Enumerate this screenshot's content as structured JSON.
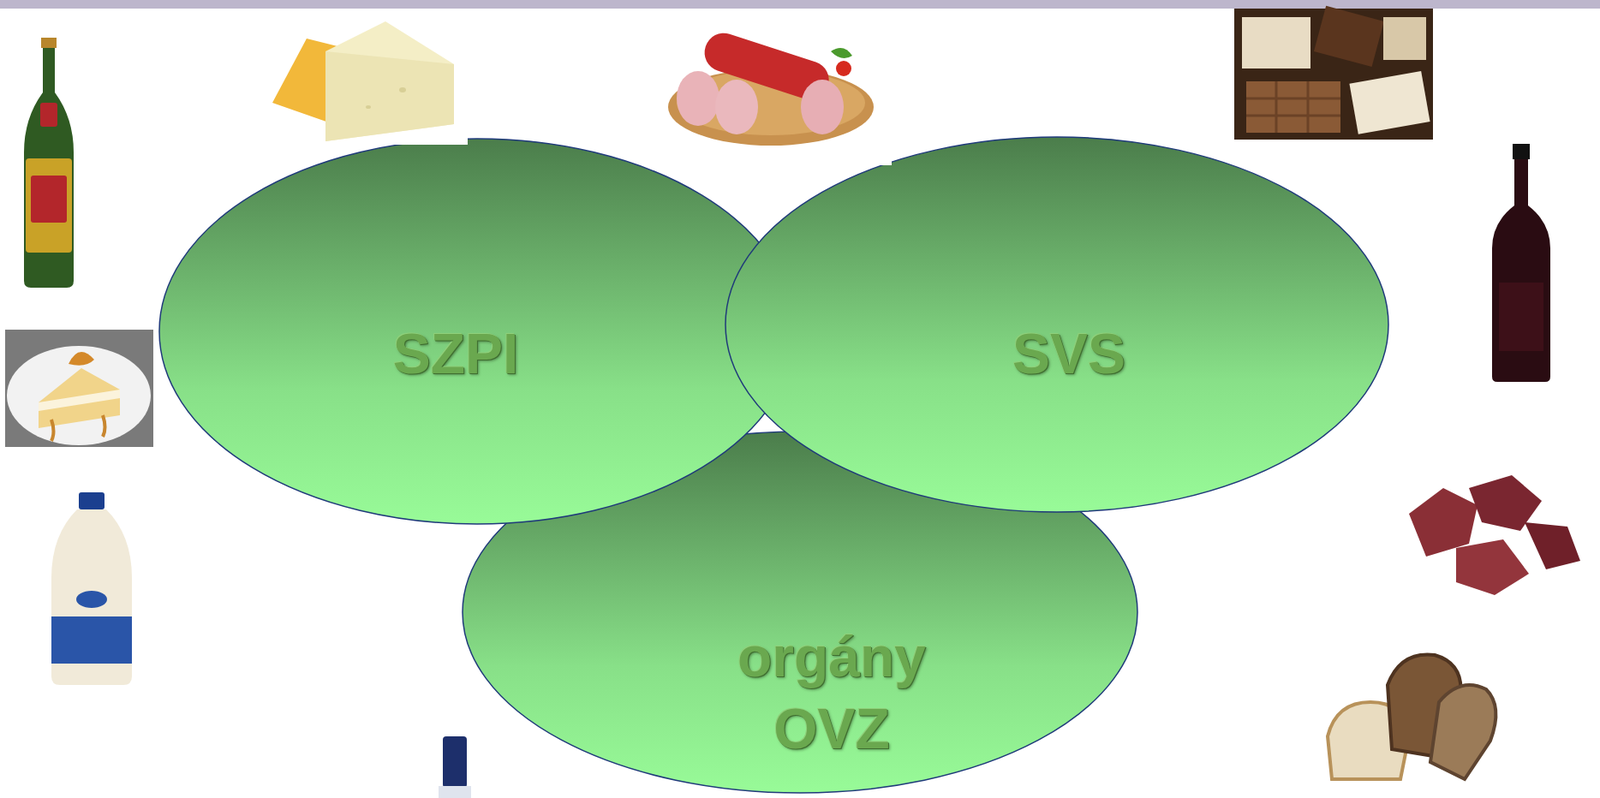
{
  "diagram": {
    "nodes": [
      {
        "text": [
          "SZPI"
        ]
      },
      {
        "text": [
          "SVS"
        ]
      },
      {
        "text": [
          "orgány OVZ"
        ]
      }
    ]
  }
}
